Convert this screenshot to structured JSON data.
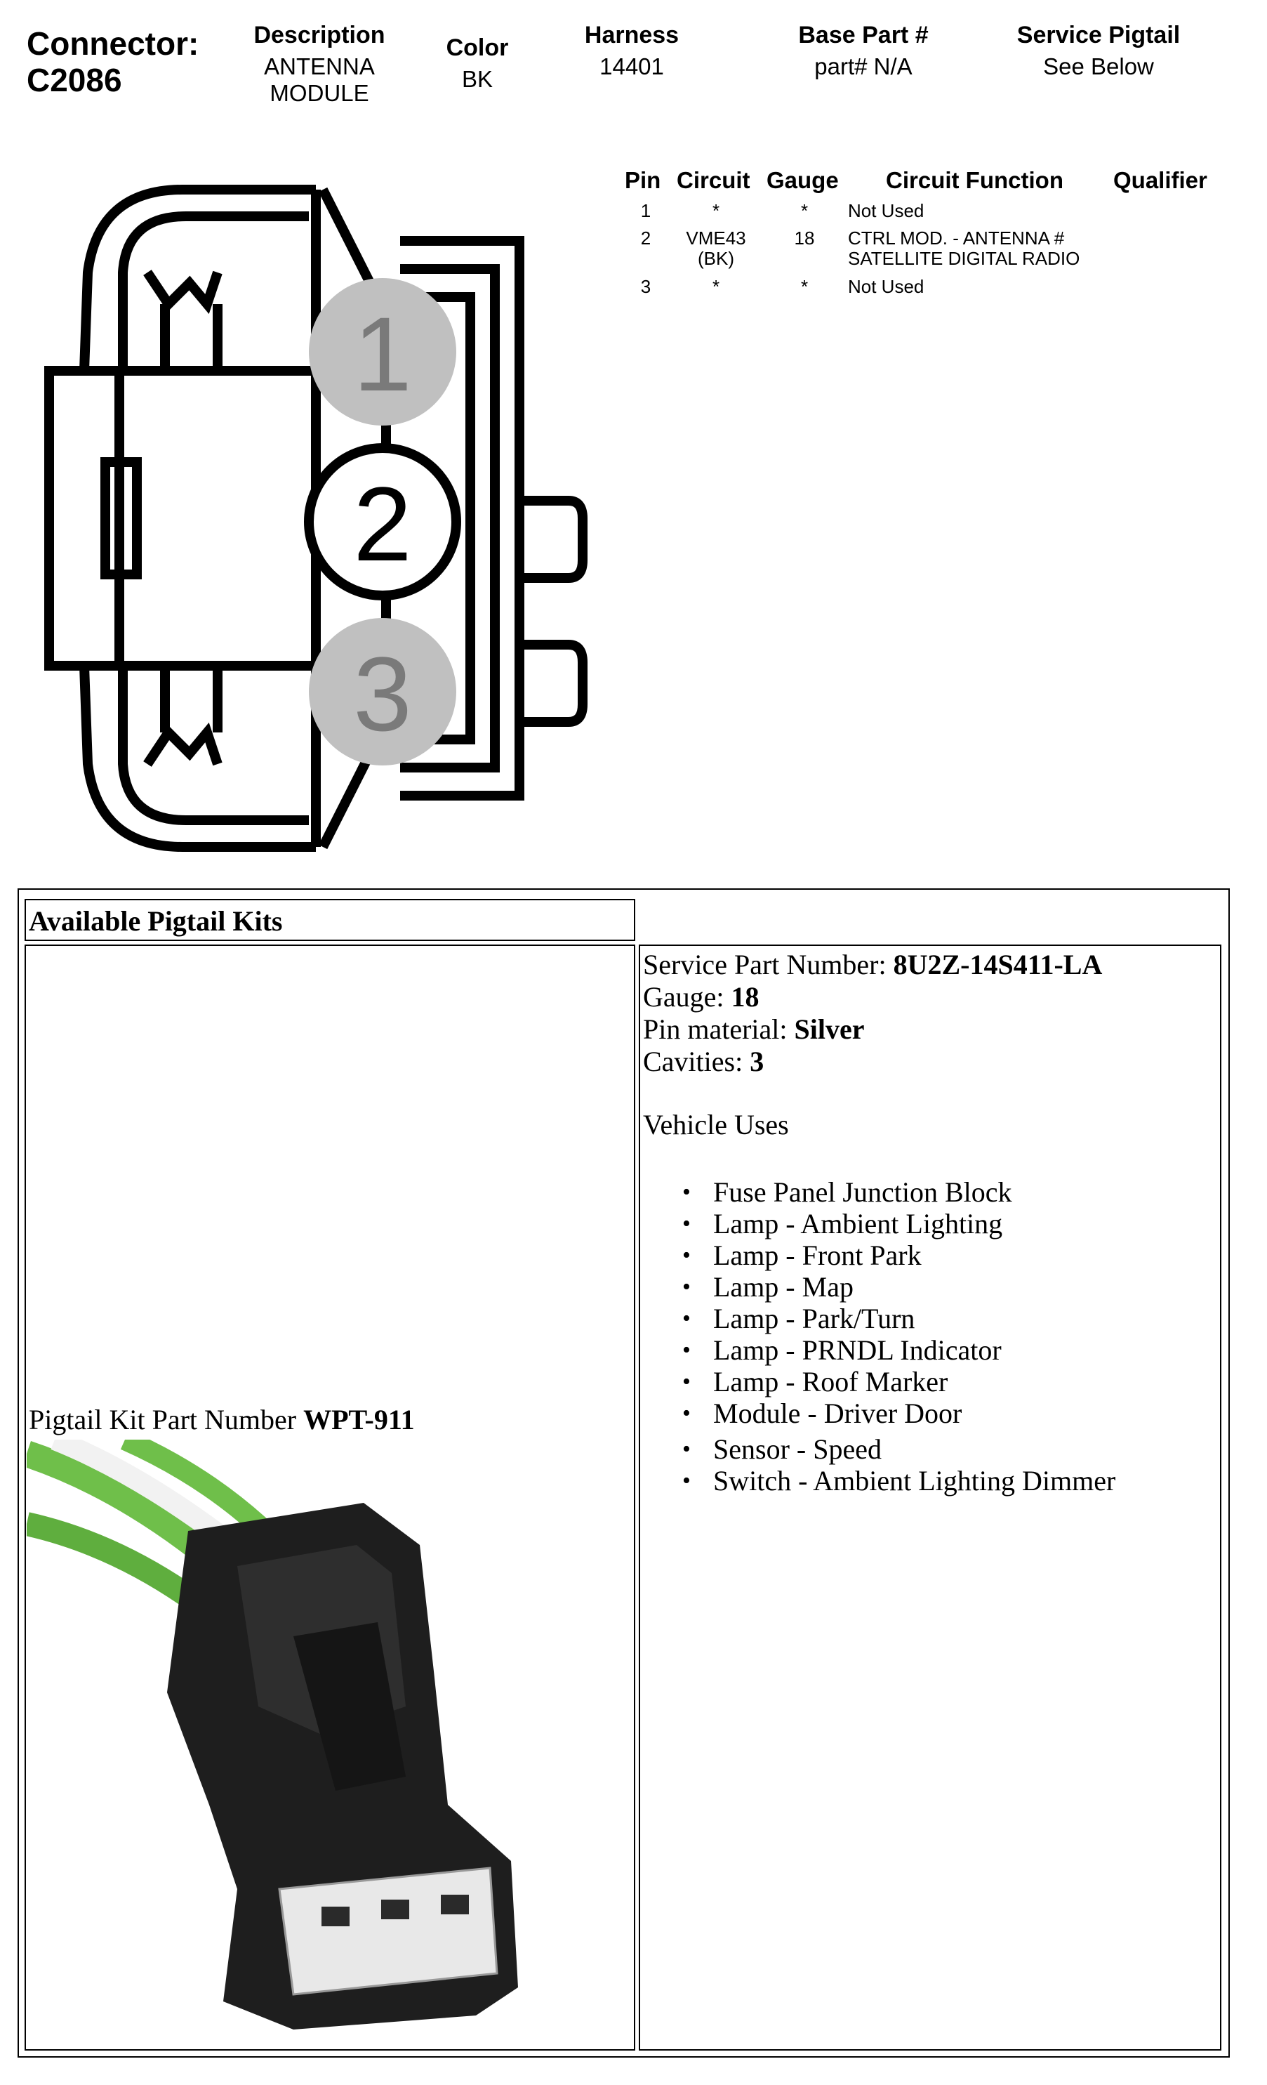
{
  "header": {
    "connector_label": "Connector:",
    "connector_id": "C2086",
    "description": {
      "label": "Description",
      "value_line1": "ANTENNA",
      "value_line2": "MODULE"
    },
    "color": {
      "label": "Color",
      "value": "BK"
    },
    "harness": {
      "label": "Harness",
      "value": "14401"
    },
    "base_part": {
      "label": "Base Part #",
      "value": "part# N/A"
    },
    "service_pigtail": {
      "label": "Service Pigtail",
      "value": "See Below"
    }
  },
  "pin_table": {
    "headers": {
      "pin": "Pin",
      "circuit": "Circuit",
      "gauge": "Gauge",
      "function": "Circuit Function",
      "qualifier": "Qualifier"
    },
    "rows": [
      {
        "pin": "1",
        "circuit": "*",
        "circuit_line2": "",
        "gauge": "*",
        "function": "Not Used",
        "function_line2": ""
      },
      {
        "pin": "2",
        "circuit": "VME43",
        "circuit_line2": "(BK)",
        "gauge": "18",
        "function": "CTRL MOD. - ANTENNA #",
        "function_line2": "SATELLITE DIGITAL RADIO"
      },
      {
        "pin": "3",
        "circuit": "*",
        "circuit_line2": "",
        "gauge": "*",
        "function": "Not Used",
        "function_line2": ""
      }
    ]
  },
  "diagram": {
    "cavities": [
      {
        "number": "1",
        "fill": "#c0c0c0",
        "digit_color": "#7a7a7a"
      },
      {
        "number": "2",
        "fill": "#ffffff",
        "digit_color": "#000000"
      },
      {
        "number": "3",
        "fill": "#c0c0c0",
        "digit_color": "#7a7a7a"
      }
    ]
  },
  "kits": {
    "title": "Available Pigtail Kits",
    "pigtail_label": "Pigtail Kit Part Number ",
    "pigtail_part": "WPT-911",
    "service_part_label": "Service Part Number: ",
    "service_part_value": "8U2Z-14S411-LA",
    "gauge_label": "Gauge: ",
    "gauge_value": "18",
    "pin_material_label": "Pin material: ",
    "pin_material_value": "Silver",
    "cavities_label": "Cavities: ",
    "cavities_value": "3",
    "vehicle_uses_label": "Vehicle Uses",
    "vehicle_uses": [
      "Fuse Panel Junction Block",
      "Lamp - Ambient Lighting",
      "Lamp - Front Park",
      "Lamp - Map",
      "Lamp - Park/Turn",
      "Lamp - PRNDL Indicator",
      "Lamp - Roof Marker",
      "Module - Driver Door"
    ],
    "vehicle_uses_2": [
      "Sensor - Speed",
      "Switch - Ambient Lighting Dimmer"
    ]
  },
  "colors": {
    "wire_green": "#6fbf4a",
    "connector_body": "#1e1e1e",
    "terminal_face": "#e8e8e8"
  }
}
